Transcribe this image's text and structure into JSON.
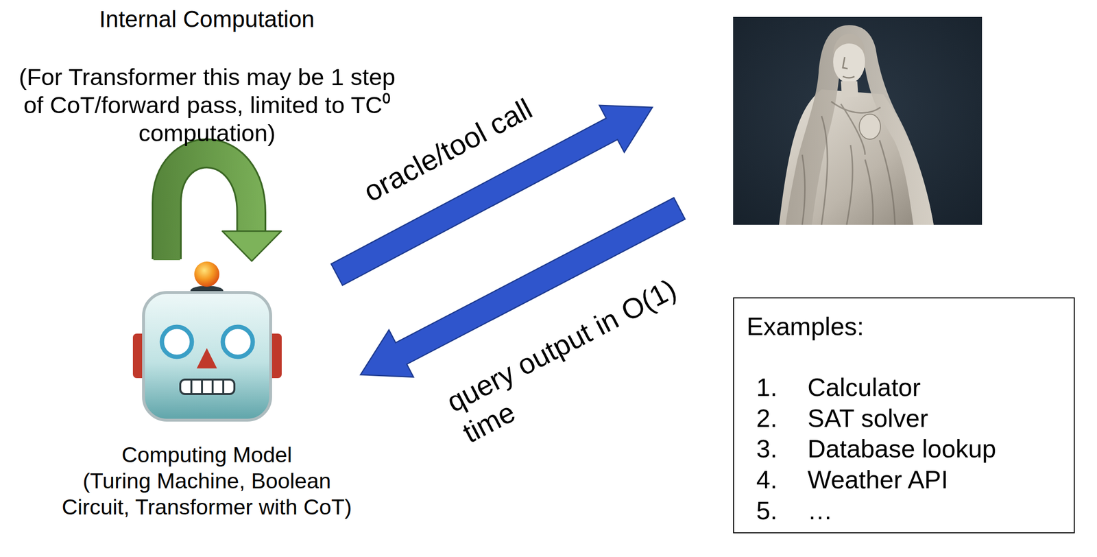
{
  "diagram": {
    "nodes": [
      {
        "text": [
          "Computing Model",
          "(Turing Machine, Boolean Circuit, Transformer with CoT)"
        ]
      },
      {
        "text": [
          "Examples:",
          "1.",
          "Calculator",
          "2.",
          "SAT solver",
          "3.",
          "Database lookup",
          "4.",
          "Weather API",
          "5.",
          "…"
        ]
      }
    ],
    "labels": [
      "Internal Computation",
      "(For Transformer this may be 1 step of CoT/forward pass, limited to TC⁰ computation)",
      "oracle/tool call",
      "query output in O(1) time"
    ]
  }
}
